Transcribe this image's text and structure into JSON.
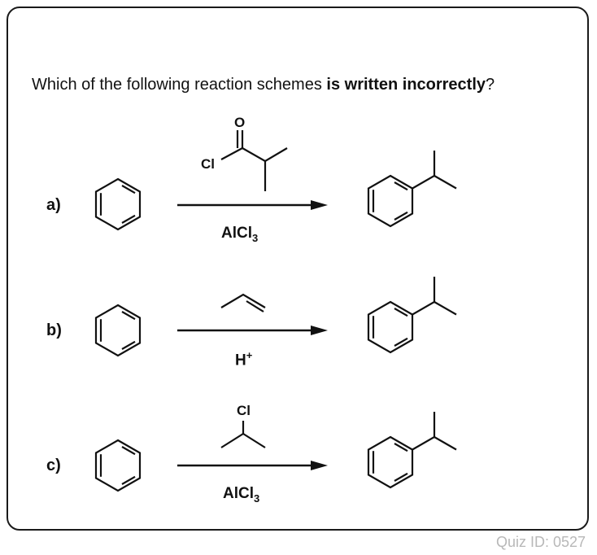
{
  "question": {
    "prefix": "Which of the following reaction schemes ",
    "emphasis": "is written incorrectly",
    "suffix": "?"
  },
  "schemes": [
    {
      "label": "a)",
      "reagent_above_atom": "Cl",
      "reagent_above_carbonyl_atom": "O",
      "reagent_below": "AlCl",
      "reagent_below_sub": "3"
    },
    {
      "label": "b)",
      "reagent_below": "H",
      "reagent_below_sup": "+"
    },
    {
      "label": "c)",
      "reagent_above_atom": "Cl",
      "reagent_below": "AlCl",
      "reagent_below_sub": "3"
    }
  ],
  "footer": {
    "quiz_id": "Quiz ID: 0527"
  }
}
